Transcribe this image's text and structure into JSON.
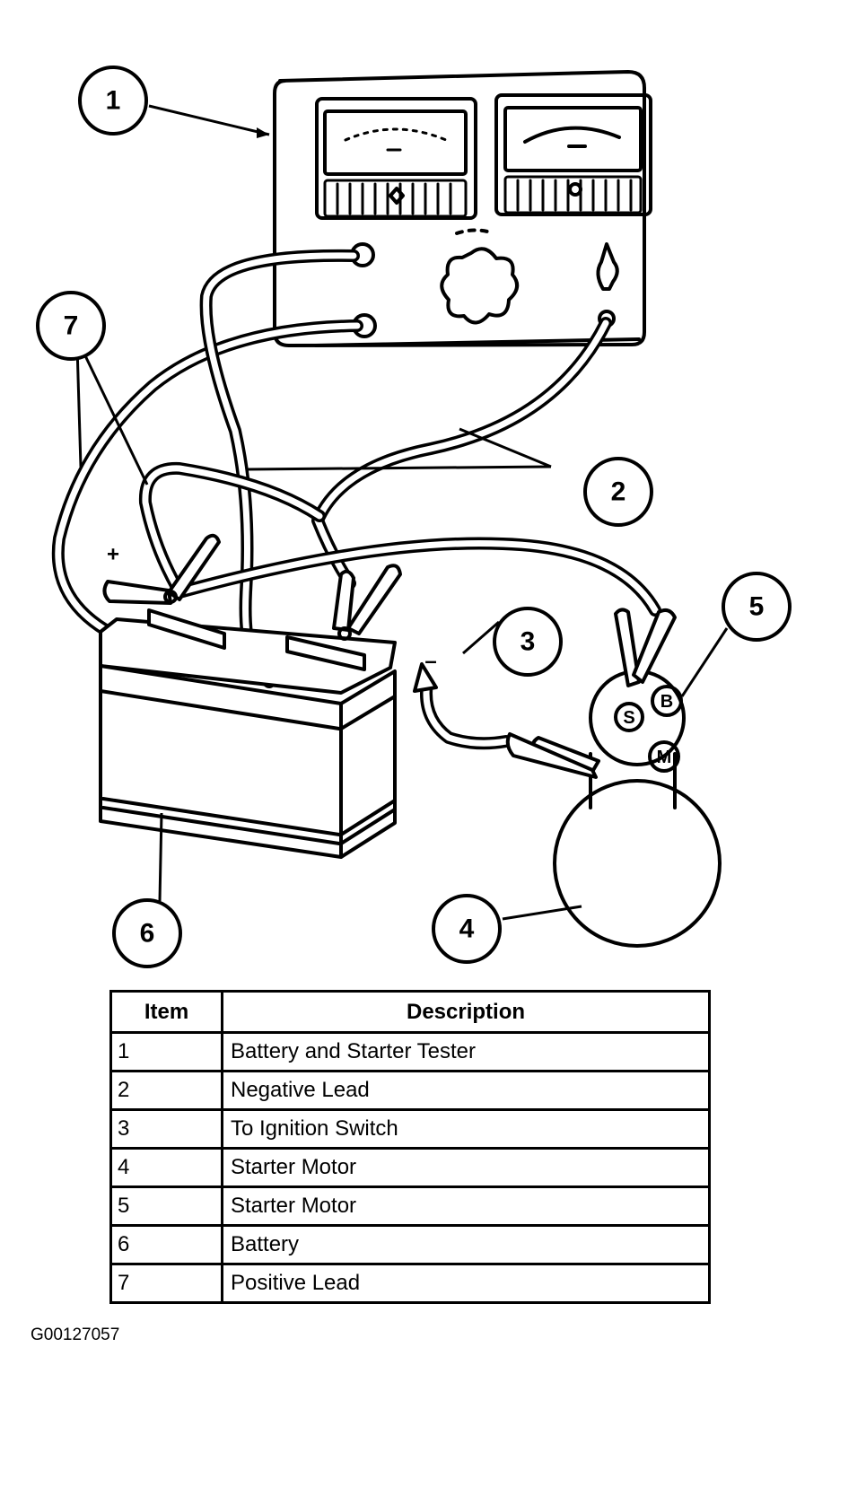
{
  "figure": {
    "id": "G00127057",
    "title_hint": "Battery and starter tester connection diagram"
  },
  "callouts": [
    {
      "number": "1",
      "target": "tester"
    },
    {
      "number": "2",
      "target": "negative-lead"
    },
    {
      "number": "3",
      "target": "ignition-switch-lead"
    },
    {
      "number": "4",
      "target": "starter-motor-body"
    },
    {
      "number": "5",
      "target": "starter-solenoid"
    },
    {
      "number": "6",
      "target": "battery"
    },
    {
      "number": "7",
      "target": "positive-lead"
    }
  ],
  "terminals": {
    "b": "B",
    "s": "S",
    "m": "M"
  },
  "polarity": {
    "positive": "+",
    "negative": "–"
  },
  "legend": {
    "headers": {
      "item": "Item",
      "description": "Description"
    },
    "rows": [
      {
        "item": "1",
        "description": "Battery and Starter Tester"
      },
      {
        "item": "2",
        "description": "Negative Lead"
      },
      {
        "item": "3",
        "description": "To Ignition Switch"
      },
      {
        "item": "4",
        "description": "Starter Motor"
      },
      {
        "item": "5",
        "description": "Starter Motor"
      },
      {
        "item": "6",
        "description": "Battery"
      },
      {
        "item": "7",
        "description": "Positive Lead"
      }
    ]
  },
  "colors": {
    "ink": "#000000",
    "paper": "#ffffff"
  }
}
